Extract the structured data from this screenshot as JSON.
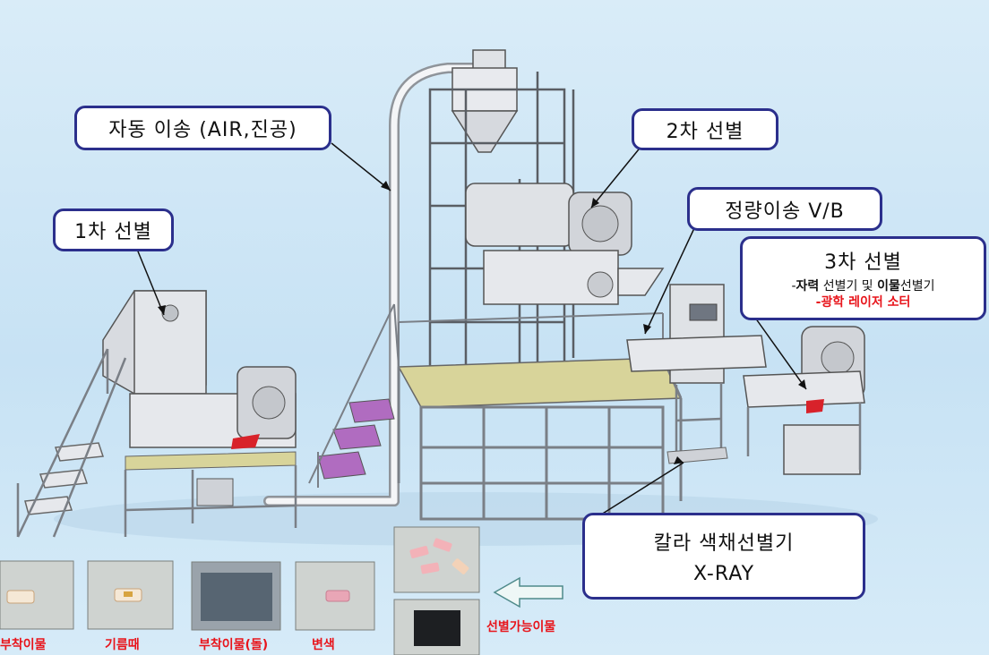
{
  "labels": {
    "auto_transfer": "자동 이송 (AIR,진공)",
    "sort_1": "1차 선별",
    "sort_2": "2차 선별",
    "quant_transfer": "정량이송 V/B",
    "sort_3": {
      "title": "3차 선별",
      "line1_a": "-",
      "line1_b": "자력",
      "line1_c": " 선별기 및 ",
      "line1_d": "이물",
      "line1_e": "선별기",
      "line2": "-광학 레이저 소터"
    },
    "color_sorter": {
      "line1": "칼라 색채선별기",
      "line2": "X-RAY"
    }
  },
  "samples": [
    {
      "caption": "부착이물"
    },
    {
      "caption": "기름때"
    },
    {
      "caption": "부착이물(돌)"
    },
    {
      "caption": "변색"
    }
  ],
  "sortable": {
    "caption": "선별가능이물"
  },
  "colors": {
    "box_border": "#2b2f8c",
    "machine_frame": "#e6e8ec",
    "platform": "#d8d49a",
    "steps": "#b06cc0",
    "caption_red": "#e8141b",
    "arrow_fill": "#eef7f6"
  }
}
